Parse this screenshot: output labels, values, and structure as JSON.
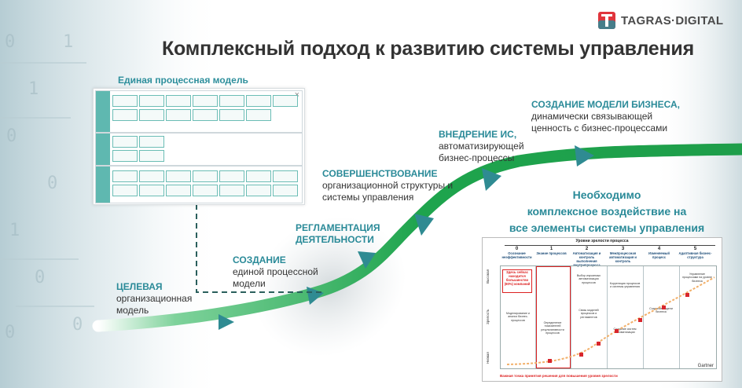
{
  "brand": {
    "logo_text": "TAGRAS·DIGITAL",
    "accent": "#2a8a98",
    "green": "#1e9e4a"
  },
  "title": "Комплексный подход к развитию системы управления",
  "process_model": {
    "title": "Единая процессная модель",
    "close_label": "×"
  },
  "stages": [
    {
      "head": "ЦЕЛЕВАЯ",
      "lines": [
        "организационная",
        "модель"
      ]
    },
    {
      "head": "СОЗДАНИЕ",
      "lines": [
        "единой процессной",
        "модели"
      ]
    },
    {
      "head": "РЕГЛАМЕНТАЦИЯ",
      "lines": [
        "ДЕЯТЕЛЬНОСТИ"
      ]
    },
    {
      "head": "СОВЕРШЕНСТВОВАНИЕ",
      "lines": [
        "организационной структуры и",
        "системы управления"
      ]
    },
    {
      "head": "ВНЕДРЕНИЕ ИС,",
      "lines": [
        "автоматизирующей",
        "бизнес-процессы"
      ]
    },
    {
      "head": "СОЗДАНИЕ МОДЕЛИ БИЗНЕСА,",
      "lines": [
        "динамически связывающей",
        "ценность с бизнес-процессами"
      ]
    }
  ],
  "need": [
    "Необходимо",
    "комплексное воздействие на",
    "все элементы системы управления"
  ],
  "maturity": {
    "title": "Уровни зрелости процесса",
    "columns": [
      {
        "num": "0",
        "label": "Осознание неэффективности"
      },
      {
        "num": "1",
        "label": "Знание процессов"
      },
      {
        "num": "2",
        "label": "Автоматизация и контроль выполнения внутрипроцесса"
      },
      {
        "num": "3",
        "label": "Межпроцессная автоматизация и контроль"
      },
      {
        "num": "4",
        "label": "Изменяемый процесс"
      },
      {
        "num": "5",
        "label": "Адаптивная бизнес-структура"
      }
    ],
    "red_note": "Здесь сейчас находится большинство (80%) компаний",
    "notes": [
      "Моделирование и анализ бизнес-процессов",
      "Определение показателей результативности процессов",
      "Выбор изучаемых автоматизация процессов",
      "Связь моделей процессов и регламентов",
      "Корреляция процессов и системы управления",
      "Создание систем автоматизации",
      "Управление процессами на уровне бизнеса",
      "Создание модели бизнеса"
    ],
    "y_high": "Высокая",
    "y_mid": "Зрелость",
    "y_low": "Низкая",
    "bottom": "Важная точка принятия решения для повышения уровня зрелости",
    "source": "Gartner"
  }
}
